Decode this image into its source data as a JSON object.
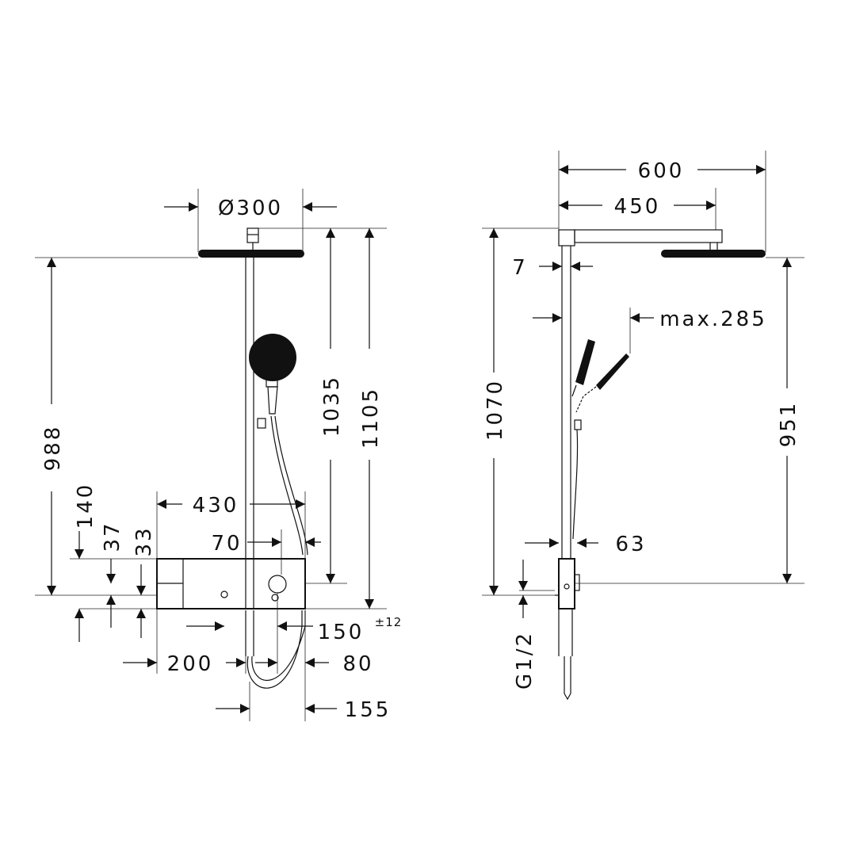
{
  "front_view": {
    "overhead_diameter": "Ø300",
    "height_overhead": "988",
    "height_1035": "1035",
    "height_total": "1105",
    "offset_140": "140",
    "offset_37": "37",
    "offset_33": "33",
    "thermostat_width": "430",
    "dim_70": "70",
    "dim_150": "150",
    "tolerance_150": "±12",
    "dim_200": "200",
    "dim_80": "80",
    "dim_155": "155"
  },
  "side_view": {
    "arm_600": "600",
    "arm_450": "450",
    "dim_7": "7",
    "handshower_max": "max.285",
    "height_1070": "1070",
    "height_951": "951",
    "dim_63": "63",
    "connection": "G1/2"
  }
}
